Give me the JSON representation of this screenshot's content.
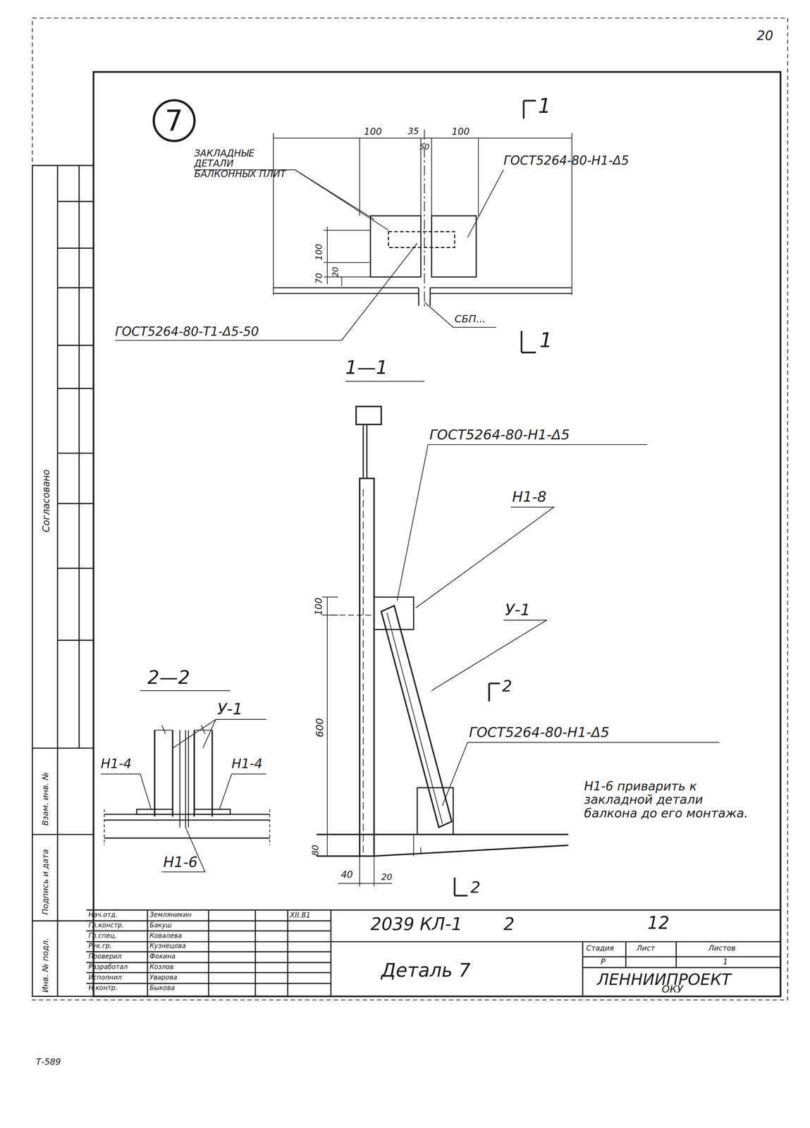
{
  "diagram": {
    "nodes": [
      {
        "text": [
          "7"
        ]
      }
    ],
    "labels": [
      "20",
      "1",
      "100",
      "35",
      "100",
      "50",
      "ЗАКЛАДНЫЕ ДЕТАЛИ БАЛКОННЫХ ПЛИТ",
      "ГОСТ5264-80-Н1-Δ5",
      "100",
      "70",
      "20",
      "СБП...",
      "1",
      "ГОСТ5264-80-Т1-Δ5-50",
      "1—1",
      "ГОСТ5264-80-Н1-Δ5",
      "Н1-8",
      "100",
      "У-1",
      "2",
      "600",
      "ГОСТ5264-80-Н1-Δ5",
      "2—2",
      "У-1",
      "Н1-4",
      "Н1-4",
      "Н1-6 приварить к закладной детали балкона до его монтажа.",
      "80",
      "40",
      "20",
      "2",
      "Н1-6",
      "Согласовано",
      "Взам. инв. №",
      "Подпись и дата",
      "Инв. № подл.",
      "Нач.отд.",
      "Гл.констр.",
      "Гл.спец.",
      "Рук.гр.",
      "Проверил",
      "Разработал",
      "Исполнил",
      "Н.контр.",
      "Земляникин",
      "Бакуш",
      "Ковалева",
      "Кузнецова",
      "Фокина",
      "Козлов",
      "Уварова",
      "Быкова",
      "XII.81",
      "2039 КЛ-1",
      "2",
      "12",
      "Деталь 7",
      "Стадия",
      "Лист",
      "Листов",
      "Р",
      "1",
      "ЛЕННИИПРОЕКТ",
      "ОКУ",
      "Т-589"
    ]
  }
}
